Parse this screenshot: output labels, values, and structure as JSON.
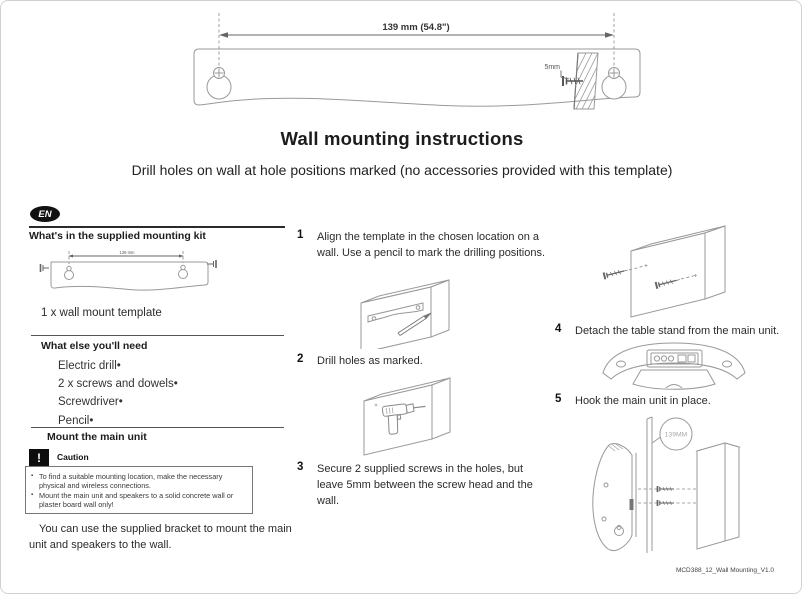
{
  "page": {
    "title": "Wall mounting instructions",
    "subtitle": "Drill holes on wall at hole positions marked (no accessories provided with this template)",
    "language": "EN",
    "footer": "MCD388_12_Wall Mounting_V1.0"
  },
  "top_diagram": {
    "width_label": "139 mm (54.8\")",
    "gap_label": "5mm"
  },
  "kit": {
    "heading": "What's in the supplied mounting kit",
    "diagram_label": "139 mm",
    "item": "1 x wall mount template"
  },
  "need": {
    "heading": "What else you'll need",
    "items": [
      "Electric drill•",
      "2 x screws and dowels•",
      "Screwdriver•",
      "Pencil•"
    ]
  },
  "mount": {
    "heading": "Mount the main unit",
    "caution_icon": "!",
    "caution_title": "Caution",
    "caution_items": [
      "To find a suitable mounting location, make the necessary physical and wireless connections.",
      "Mount the main unit and speakers to a solid concrete wall or plaster board wall only!"
    ],
    "note": "You can use the supplied bracket to mount the main unit and speakers to the wall."
  },
  "steps": [
    {
      "num": "1",
      "text": "Align the template in the chosen location on a wall. Use a pencil to mark the drilling positions."
    },
    {
      "num": "2",
      "text": "Drill holes as marked."
    },
    {
      "num": "3",
      "text": "Secure 2 supplied screws in the holes, but leave 5mm between the screw head and the wall."
    },
    {
      "num": "4",
      "text": "Detach the table stand from the main unit."
    },
    {
      "num": "5",
      "text": "Hook the main unit in place."
    }
  ],
  "hook_detail": {
    "distance_label": "139MM"
  }
}
